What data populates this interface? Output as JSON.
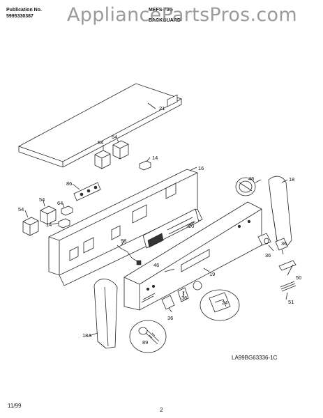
{
  "header": {
    "publication_label": "Publication No.",
    "publication_number": "5995330387",
    "model_partial": "MEFS-70G",
    "section_title": "BACKGUARD"
  },
  "watermark": "AppliancePartsPros.com",
  "diagram_code": "LA99BG63336-1C",
  "footer": {
    "date": "11/99",
    "page": "2"
  },
  "callouts": [
    "21",
    "54",
    "54",
    "14",
    "16",
    "86",
    "54",
    "54",
    "64",
    "14",
    "46",
    "18",
    "20",
    "98",
    "36",
    "46",
    "19",
    "36",
    "50",
    "51",
    "18A",
    "36",
    "24",
    "89"
  ]
}
